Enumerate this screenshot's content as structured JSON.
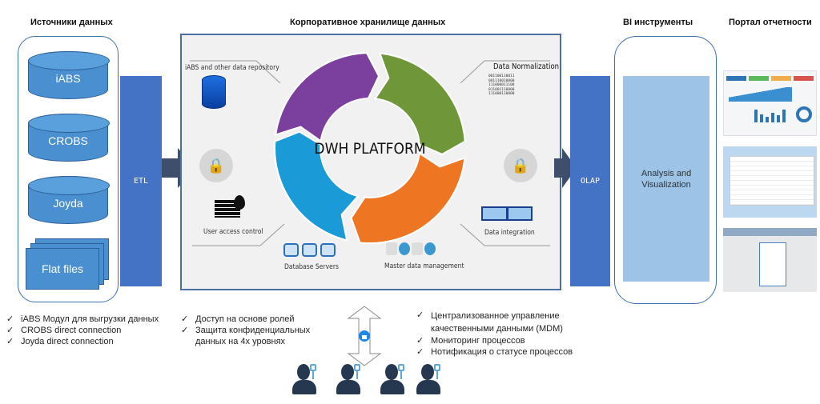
{
  "headers": {
    "sources": "Источники данных",
    "dwh": "Корпоративное хранилище данных",
    "bi": "BI инструменты",
    "portal": "Портал отчетности"
  },
  "sources": [
    "iABS",
    "CROBS",
    "Joyda",
    "Flat files"
  ],
  "etl": "ETL",
  "olap": "OLAP",
  "dwh": {
    "center": "DWH PLATFORM",
    "repo": "iABS and other data  repository",
    "normalization": "Data Normalization",
    "binary": [
      "001100110011",
      "001110010000",
      "111000011100",
      "011001110000",
      "111000110000"
    ],
    "uac": "User access control",
    "integration": "Data integration",
    "db_servers": "Database Servers",
    "mdm": "Master data management"
  },
  "bi": {
    "label": "Analysis and Visualization"
  },
  "lists": {
    "sources": [
      "iABS Модул для выгрузки данных",
      "CROBS direct connection",
      "Joyda direct connection"
    ],
    "security": [
      "Доступ на основе ролей",
      "Защита конфиденциальных данных на 4х уровнях"
    ],
    "management": [
      "Централизованное управление качественными данными  (MDM)",
      "Мониторинг процессов",
      "Нотификация о статусе процессов"
    ]
  },
  "check": "✓",
  "colors": {
    "purple": "#7b3f9e",
    "green": "#70963a",
    "orange": "#ee7521",
    "blue": "#1a9bd7",
    "bar": "#4472c4"
  }
}
